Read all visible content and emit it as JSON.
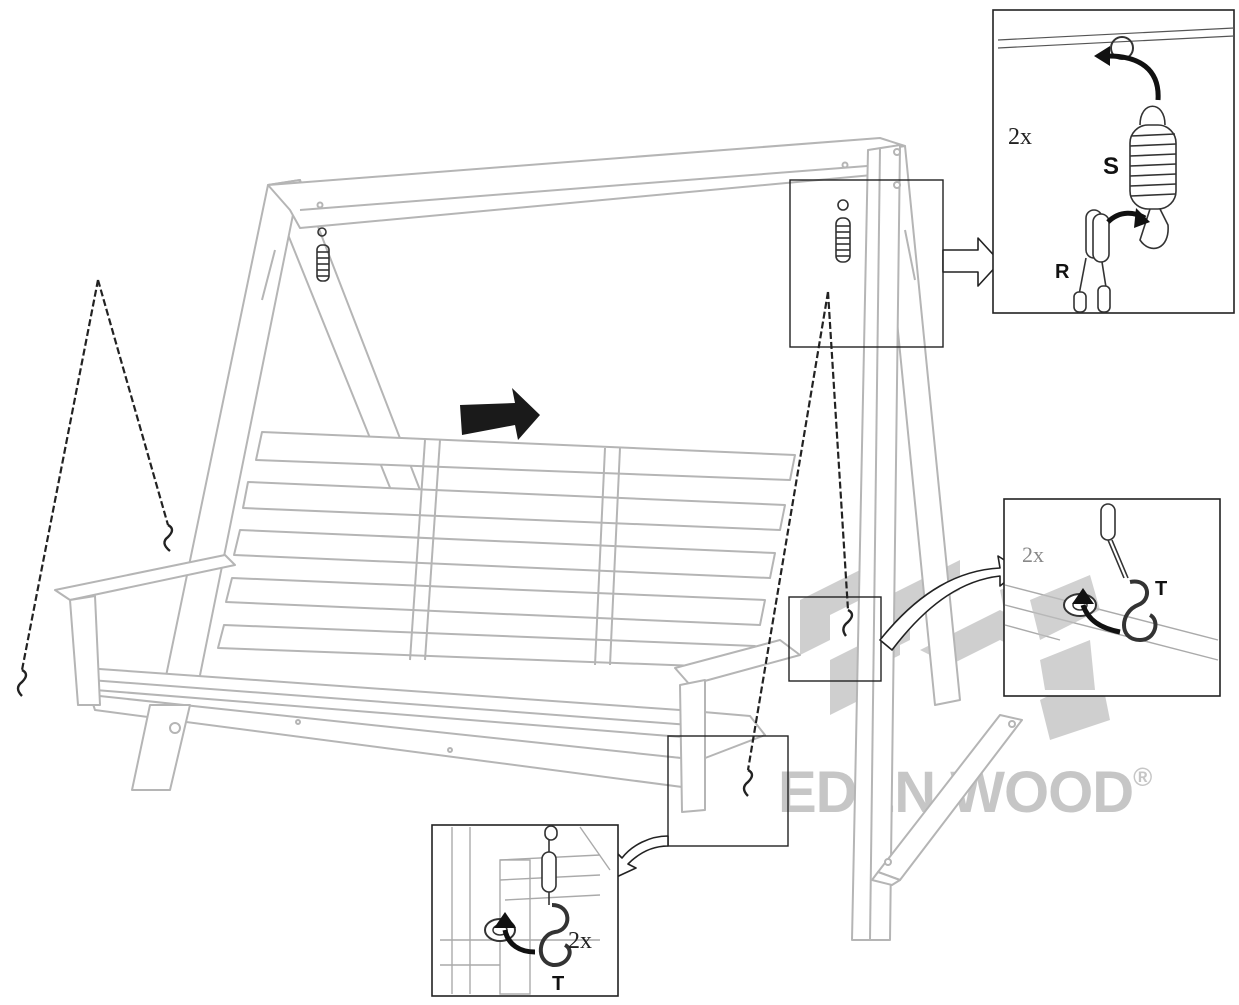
{
  "callouts": {
    "top_right": {
      "quantity": "2x",
      "spring_label": "S",
      "ring_label": "R"
    },
    "mid_right": {
      "quantity": "2x",
      "hook_label": "T"
    },
    "bottom": {
      "quantity": "2x",
      "hook_label": "T"
    }
  },
  "watermark": {
    "brand": "EDEN WOOD",
    "mark": "®"
  },
  "colors": {
    "line": "#4a4a4a",
    "light": "#b8b8b8",
    "dark": "#111111",
    "watermark": "#9a9a9a"
  }
}
